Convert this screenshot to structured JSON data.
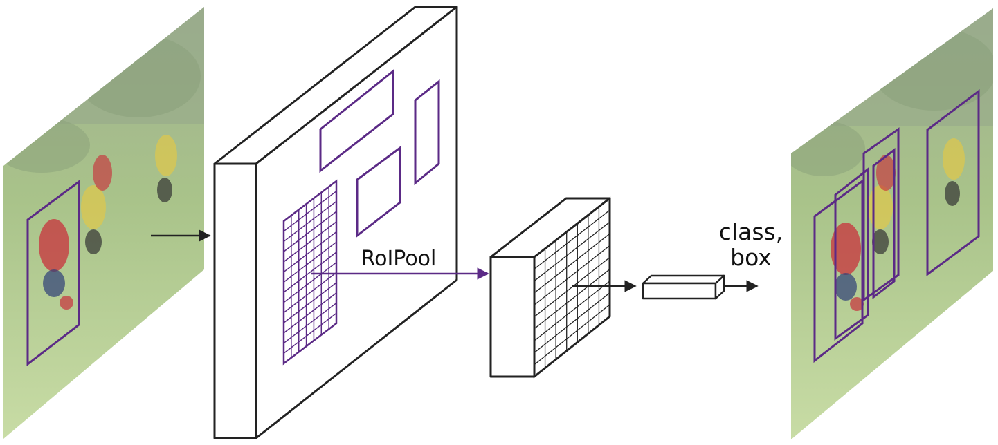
{
  "labels": {
    "roipool": "RoIPool",
    "output_line1": "class,",
    "output_line2": "box"
  },
  "colors": {
    "roi_purple": "#5b2a86",
    "outline": "#222222",
    "grass": "#bcd39a",
    "trees": "#8aa07a",
    "player_red": "#c8323c",
    "player_yellow": "#e0c84a"
  },
  "icons": {
    "input_image": "soccer-photo-icon",
    "output_image": "soccer-photo-icon"
  }
}
